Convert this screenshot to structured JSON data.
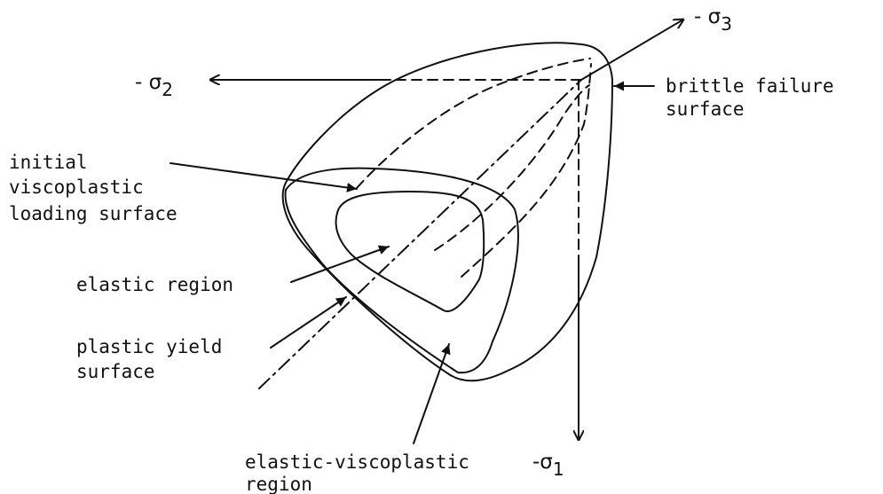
{
  "axes": {
    "sigma3": {
      "prefix": "- σ",
      "subscript": "3"
    },
    "sigma2": {
      "prefix": "- σ",
      "subscript": "2"
    },
    "sigma1": {
      "prefix": "-σ",
      "subscript": "1"
    }
  },
  "labels": {
    "brittle": [
      "brittle failure",
      "surface"
    ],
    "initial": [
      "initial",
      "viscoplastic",
      "loading surface"
    ],
    "elastic": "elastic region",
    "plastic": [
      "plastic yield",
      "surface"
    ],
    "elastic_visco": [
      "elastic-viscoplastic",
      "region"
    ]
  }
}
